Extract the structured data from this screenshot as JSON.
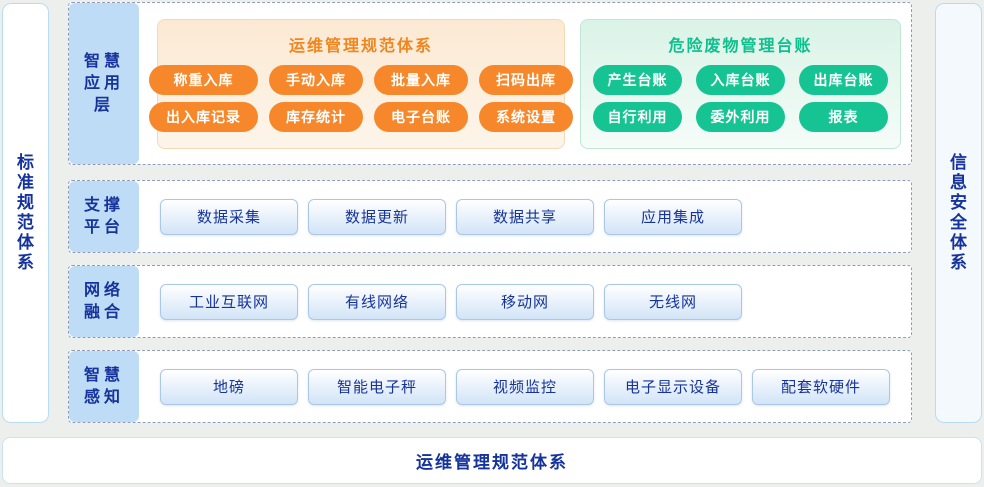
{
  "rails": {
    "left_label": "标准规范体系",
    "right_label": "信息安全体系"
  },
  "layers": [
    {
      "label": "智慧应用层",
      "panels": [
        {
          "title": "运维管理规范体系",
          "buttons": [
            "称重入库",
            "手动入库",
            "批量入库",
            "扫码出库",
            "出入库记录",
            "库存统计",
            "电子台账",
            "系统设置"
          ]
        },
        {
          "title": "危险废物管理台账",
          "buttons": [
            "产生台账",
            "入库台账",
            "出库台账",
            "自行利用",
            "委外利用",
            "报表"
          ]
        }
      ]
    },
    {
      "label": "支撑平台",
      "buttons": [
        "数据采集",
        "数据更新",
        "数据共享",
        "应用集成"
      ]
    },
    {
      "label": "网络融合",
      "buttons": [
        "工业互联网",
        "有线网络",
        "移动网",
        "无线网"
      ]
    },
    {
      "label": "智慧感知",
      "buttons": [
        "地磅",
        "智能电子秤",
        "视频监控",
        "电子显示设备",
        "配套软硬件"
      ]
    }
  ],
  "footer": {
    "title": "运维管理规范体系"
  },
  "colors": {
    "accent_orange": "#f6882b",
    "accent_green": "#16c493",
    "navy_text": "#16339c",
    "label_blue": "#bedcf6",
    "dashed_border": "#8d9cbb"
  }
}
